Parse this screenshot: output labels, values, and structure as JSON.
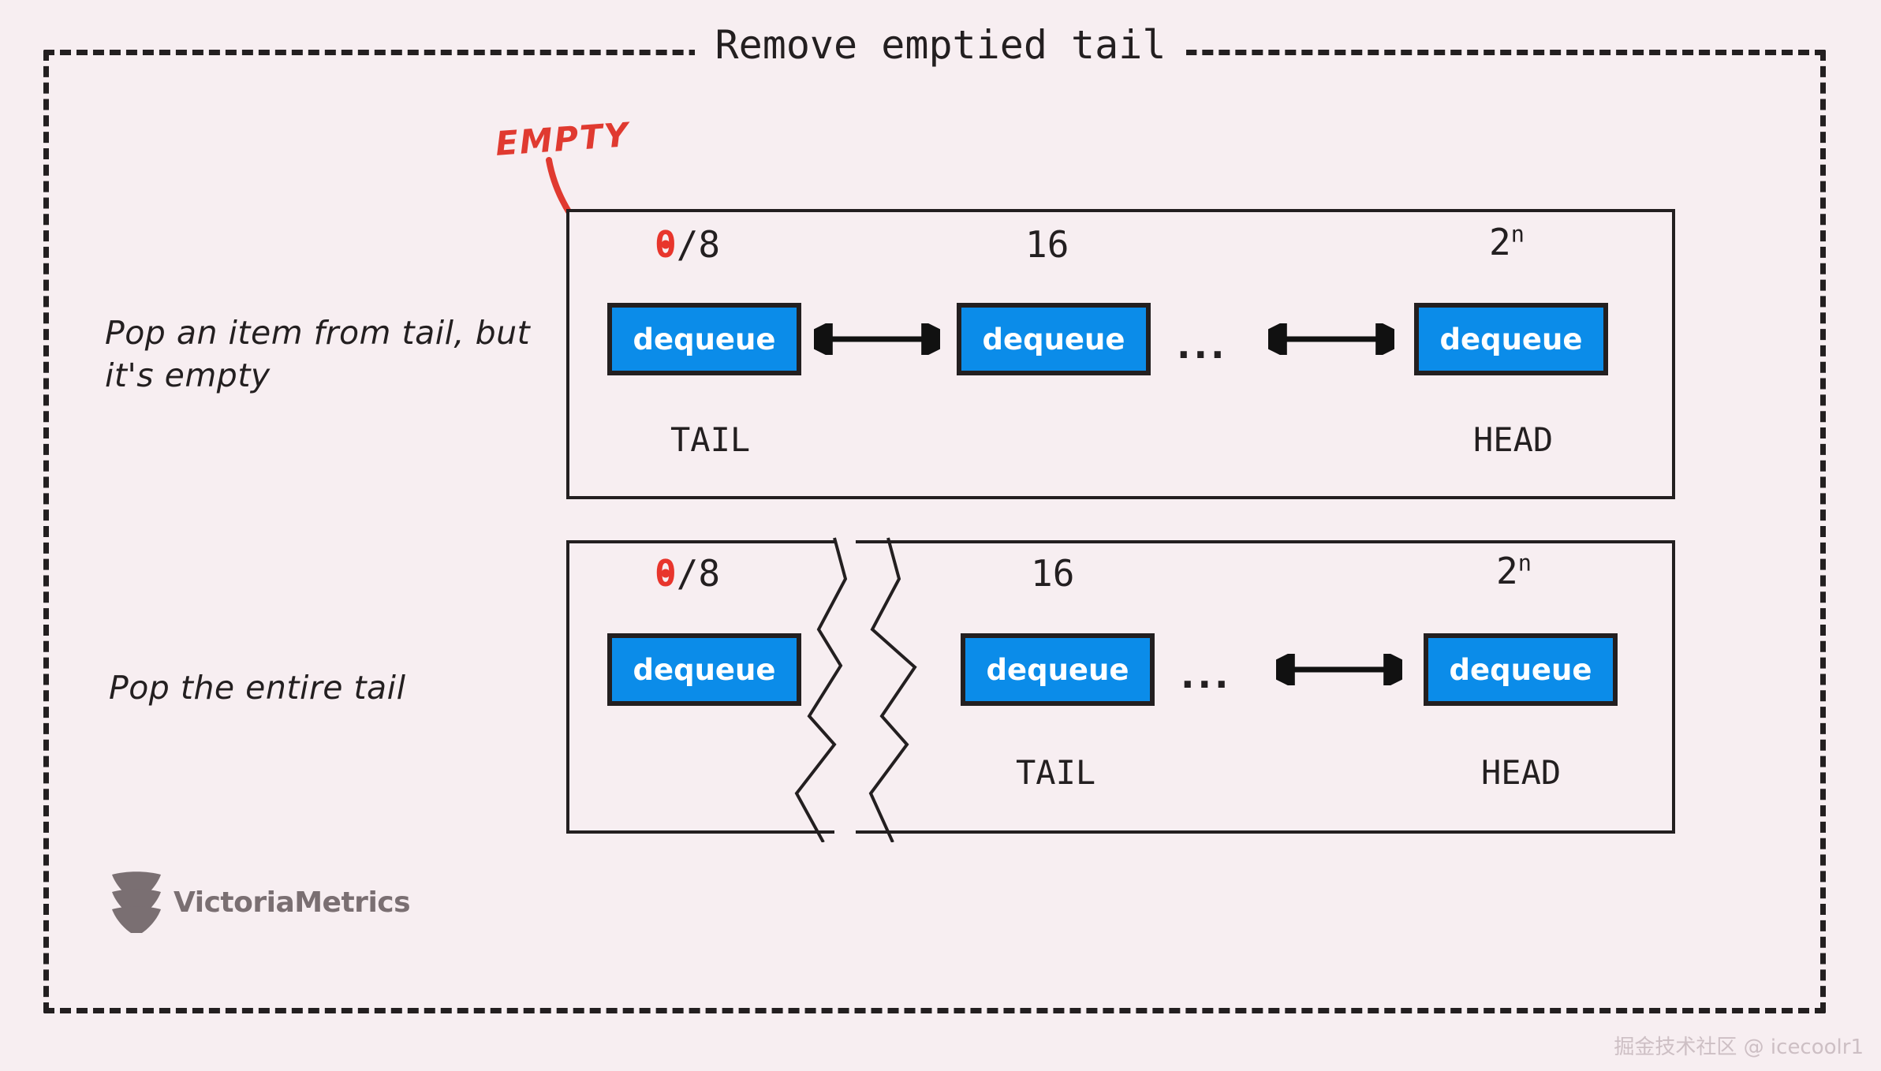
{
  "title": "Remove emptied tail",
  "background_color": "#f7eef1",
  "frame_color": "#231f20",
  "accent_blue": "#0b8ce9",
  "accent_red": "#e8352c",
  "annotation": {
    "empty_label": "EMPTY",
    "arrow_name": "curved-arrow"
  },
  "captions": {
    "row1": "Pop an item from tail, but it's empty",
    "row2": "Pop the entire tail"
  },
  "panels": [
    {
      "name": "panel-before",
      "nodes": [
        {
          "label": "dequeue",
          "capacity": "0/8",
          "capacity_zero": "0",
          "capacity_rest": "/8",
          "zero_is_empty": true,
          "end_label": "TAIL"
        },
        {
          "label": "dequeue",
          "capacity": "16",
          "zero_is_empty": false,
          "end_label": ""
        },
        {
          "label": "dequeue",
          "capacity": "2",
          "capacity_exponent": "n",
          "zero_is_empty": false,
          "end_label": "HEAD"
        }
      ],
      "ellipsis": "...",
      "arrows": 2
    },
    {
      "name": "panel-after",
      "nodes": [
        {
          "label": "dequeue",
          "capacity": "0/8",
          "capacity_zero": "0",
          "capacity_rest": "/8",
          "zero_is_empty": true,
          "end_label": ""
        },
        {
          "label": "dequeue",
          "capacity": "16",
          "zero_is_empty": false,
          "end_label": "TAIL"
        },
        {
          "label": "dequeue",
          "capacity": "2",
          "capacity_exponent": "n",
          "zero_is_empty": false,
          "end_label": "HEAD"
        }
      ],
      "ellipsis": "...",
      "arrows": 1,
      "torn_edge": true
    }
  ],
  "logo": {
    "text": "VictoriaMetrics",
    "icon": "chevron-stack-icon"
  },
  "watermark": "掘金技术社区 @ icecoolr1"
}
